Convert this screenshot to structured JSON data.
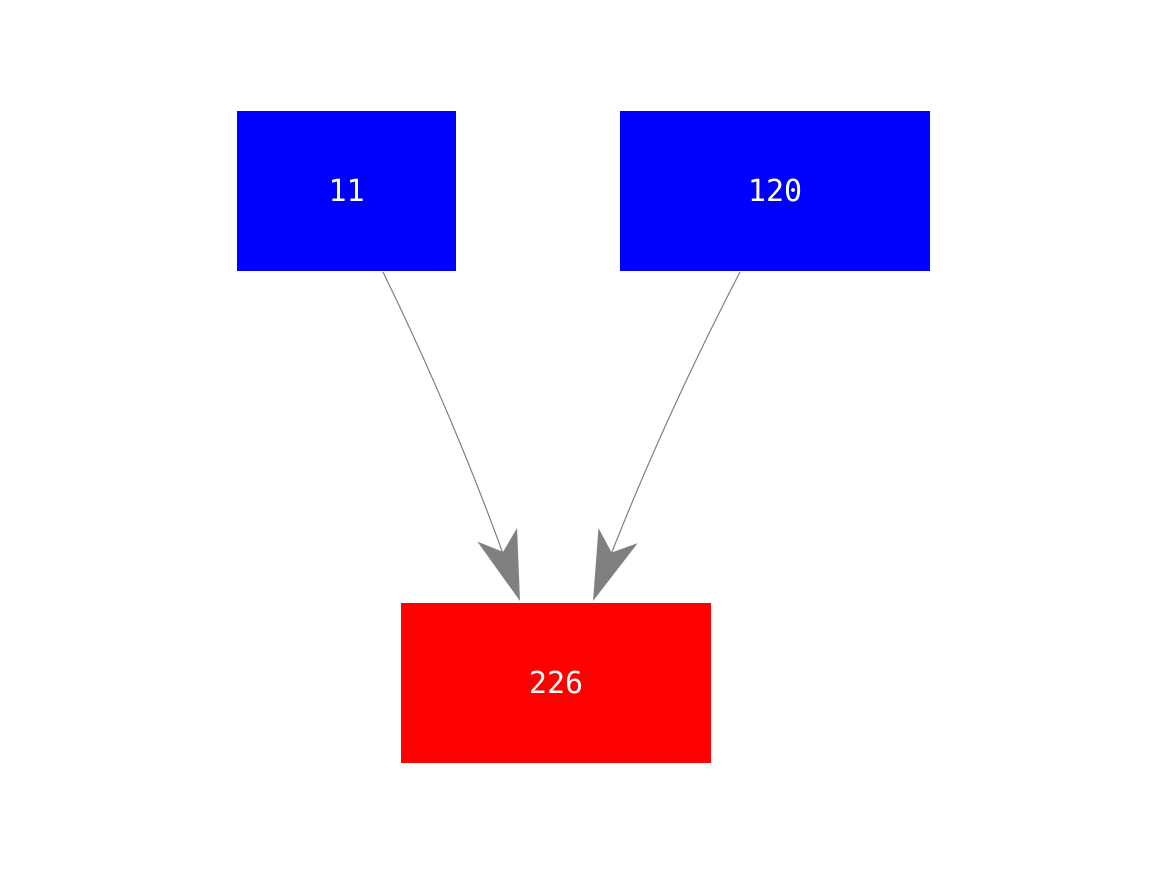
{
  "diagram": {
    "type": "node-link-graph",
    "background_color": "#ffffff",
    "edge_color": "#808080",
    "label_color": "#ffffff",
    "node_colors": {
      "source": "#0000ff",
      "sink": "#ff0000"
    }
  },
  "nodes": [
    {
      "id": "11",
      "label": "11",
      "color": "#0000ff",
      "role": "source"
    },
    {
      "id": "120",
      "label": "120",
      "color": "#0000ff",
      "role": "source"
    },
    {
      "id": "226",
      "label": "226",
      "color": "#ff0000",
      "role": "sink"
    }
  ],
  "edges": [
    {
      "from": "11",
      "to": "226"
    },
    {
      "from": "120",
      "to": "226"
    }
  ]
}
